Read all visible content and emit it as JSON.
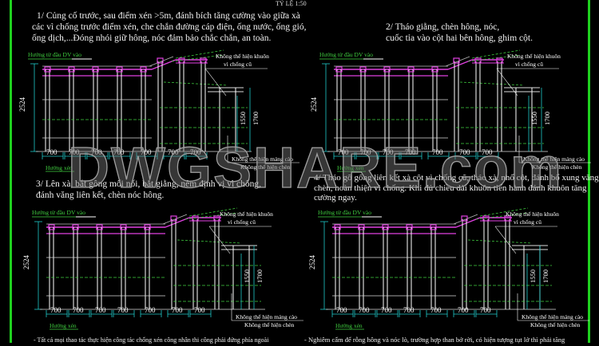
{
  "scale_label": "TỶ LỆ 1:50",
  "watermark": "DWGSHARE.com",
  "steps": [
    {
      "lines": [
        "1/ Củng cố trước, sau điểm xén >5m, đánh bích tăng cường vào giữa xà",
        "các vì chống trước điểm xén, che chắn đường cáp điện, ống nước, ống gió,",
        "ống dịch,...Đóng nhói giữ  hông, nóc đảm bảo chắc chắn, an toàn."
      ]
    },
    {
      "lines": [
        "2/ Tháo giằng, chèn hông, nóc,",
        "cuốc tỉa vào cột hai bên hông, ghim cột."
      ]
    },
    {
      "lines": [
        "3/ Lên xà, bắt gông mối nối, bắt giằng, nêm định vị vì chống,",
        "đánh văng liên kết, chèn nóc hông."
      ]
    },
    {
      "lines": [
        "4/ Tháo gỡ gông liên kết xà cột vì chống cũ, tháo xà, nhổ cột, đánh bổ xung văng,",
        "chèn, hoàn thiện vì chống. Khi đủ chiều dài khuôn tiến hành đánh khuôn tăng",
        "cường ngay."
      ]
    }
  ],
  "drawing": {
    "direction_label": "Hướng từ đầu DV vào",
    "cut_direction_label": "Hướng xén",
    "old_frame_note": [
      "Không thể hiện khuôn",
      "vì chống cũ"
    ],
    "conveyor_note": "Không thể hiện máng cào",
    "infill_note": "Không thể hiện chèn",
    "height_dim": "2524",
    "dim_1550": "1550",
    "dim_1700": "1700",
    "spacing_dims": [
      "700",
      "700",
      "700",
      "700",
      "700",
      "700",
      "700"
    ],
    "colors": {
      "beam": "#e040e0",
      "column": "#ffffff",
      "dimension": "#20c8c8",
      "new_support": "#40d040",
      "border": "#1fd11f"
    }
  },
  "notes": [
    "- Tất cả mọi thao tác thực hiện công tác chống xén công nhân thi công phải đứng phía ngoài",
    "- Nghiêm cấm để rỗng hông và nóc lò, trường hợp than bở rời, có hiện tượng tụt lở thì phải tăng"
  ]
}
